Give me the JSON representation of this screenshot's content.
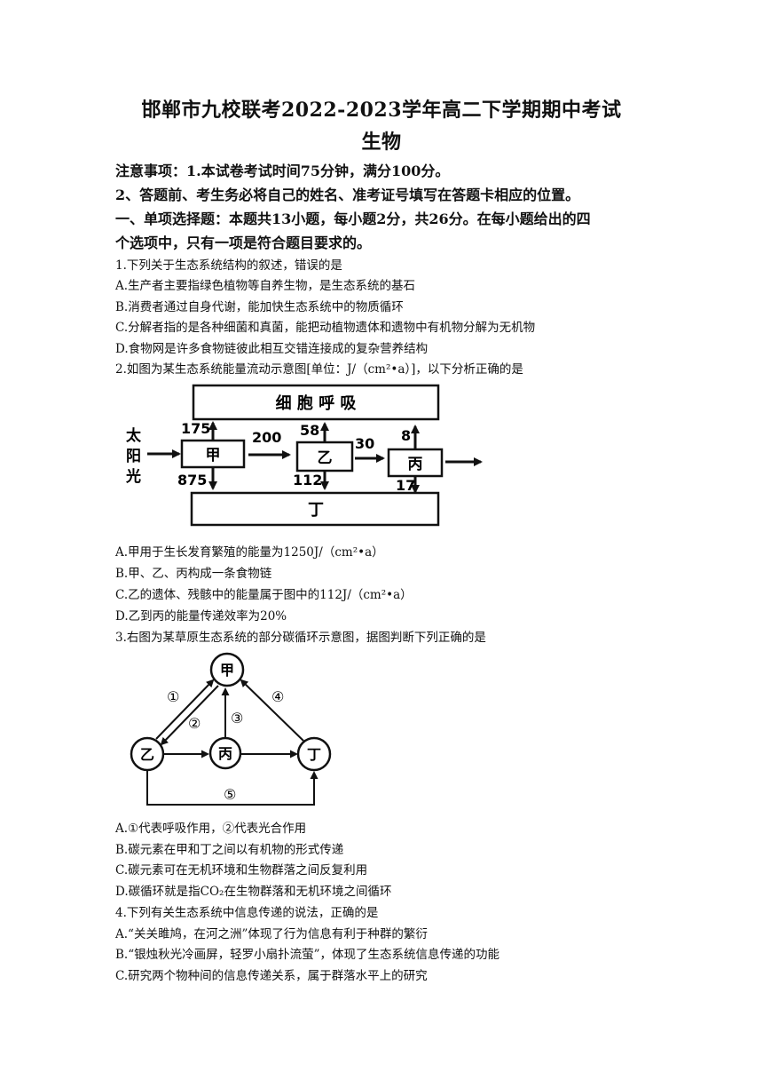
{
  "header": {
    "title": "邯郸市九校联考2022-2023学年高二下学期期中考试",
    "subject": "生物"
  },
  "notes": {
    "line1": "注意事项：1.本试卷考试时间75分钟，满分100分。",
    "line2": "2、答题前、考生务必将自己的姓名、准考证号填写在答题卡相应的位置。"
  },
  "section1": {
    "line1": "一、单项选择题：本题共13小题，每小题2分，共26分。在每小题给出的四",
    "line2": "个选项中，只有一项是符合题目要求的。"
  },
  "q1": {
    "stem": "1.下列关于生态系统结构的叙述，错误的是",
    "a": "A.生产者主要指绿色植物等自养生物，是生态系统的基石",
    "b": "B.消费者通过自身代谢，能加快生态系统中的物质循环",
    "c": "C.分解者指的是各种细菌和真菌，能把动植物遗体和遗物中有机物分解为无机物",
    "d": "D.食物网是许多食物链彼此相互交错连接成的复杂营养结构"
  },
  "q2": {
    "stem": "2.如图为某生态系统能量流动示意图[单位：J/（cm²•a）]，以下分析正确的是",
    "figure": {
      "respiration": "细 胞 呼 吸",
      "decomposer": "丁",
      "sun": [
        "太",
        "阳",
        "光"
      ],
      "jia": "甲",
      "yi": "乙",
      "bing": "丙",
      "jia_resp": "175",
      "jia_decomp": "875",
      "jia_to_yi": "200",
      "yi_resp": "58",
      "yi_decomp": "112",
      "yi_to_bing": "30",
      "bing_resp": "8",
      "bing_decomp": "17"
    },
    "a": "A.甲用于生长发育繁殖的能量为1250J/（cm²•a）",
    "b": "B.甲、乙、丙构成一条食物链",
    "c": "C.乙的遗体、残骸中的能量属于图中的112J/（cm²•a）",
    "d": "D.乙到丙的能量传递效率为20%"
  },
  "q3": {
    "stem": "3.右图为某草原生态系统的部分碳循环示意图，据图判断下列正确的是",
    "figure": {
      "jia": "甲",
      "yi": "乙",
      "bing": "丙",
      "ding": "丁",
      "n1": "①",
      "n2": "②",
      "n3": "③",
      "n4": "④",
      "n5": "⑤"
    },
    "a": "A.①代表呼吸作用，②代表光合作用",
    "b": "B.碳元素在甲和丁之间以有机物的形式传递",
    "c": "C.碳元素可在无机环境和生物群落之间反复利用",
    "d": "D.碳循环就是指CO₂在生物群落和无机环境之间循环"
  },
  "q4": {
    "stem": "4.下列有关生态系统中信息传递的说法，正确的是",
    "a": "A.“关关雎鸠，在河之洲”体现了行为信息有利于种群的繁衍",
    "b": "B.“银烛秋光冷画屏，轻罗小扇扑流萤”，体现了生态系统信息传递的功能",
    "c": "C.研究两个物种间的信息传递关系，属于群落水平上的研究"
  }
}
